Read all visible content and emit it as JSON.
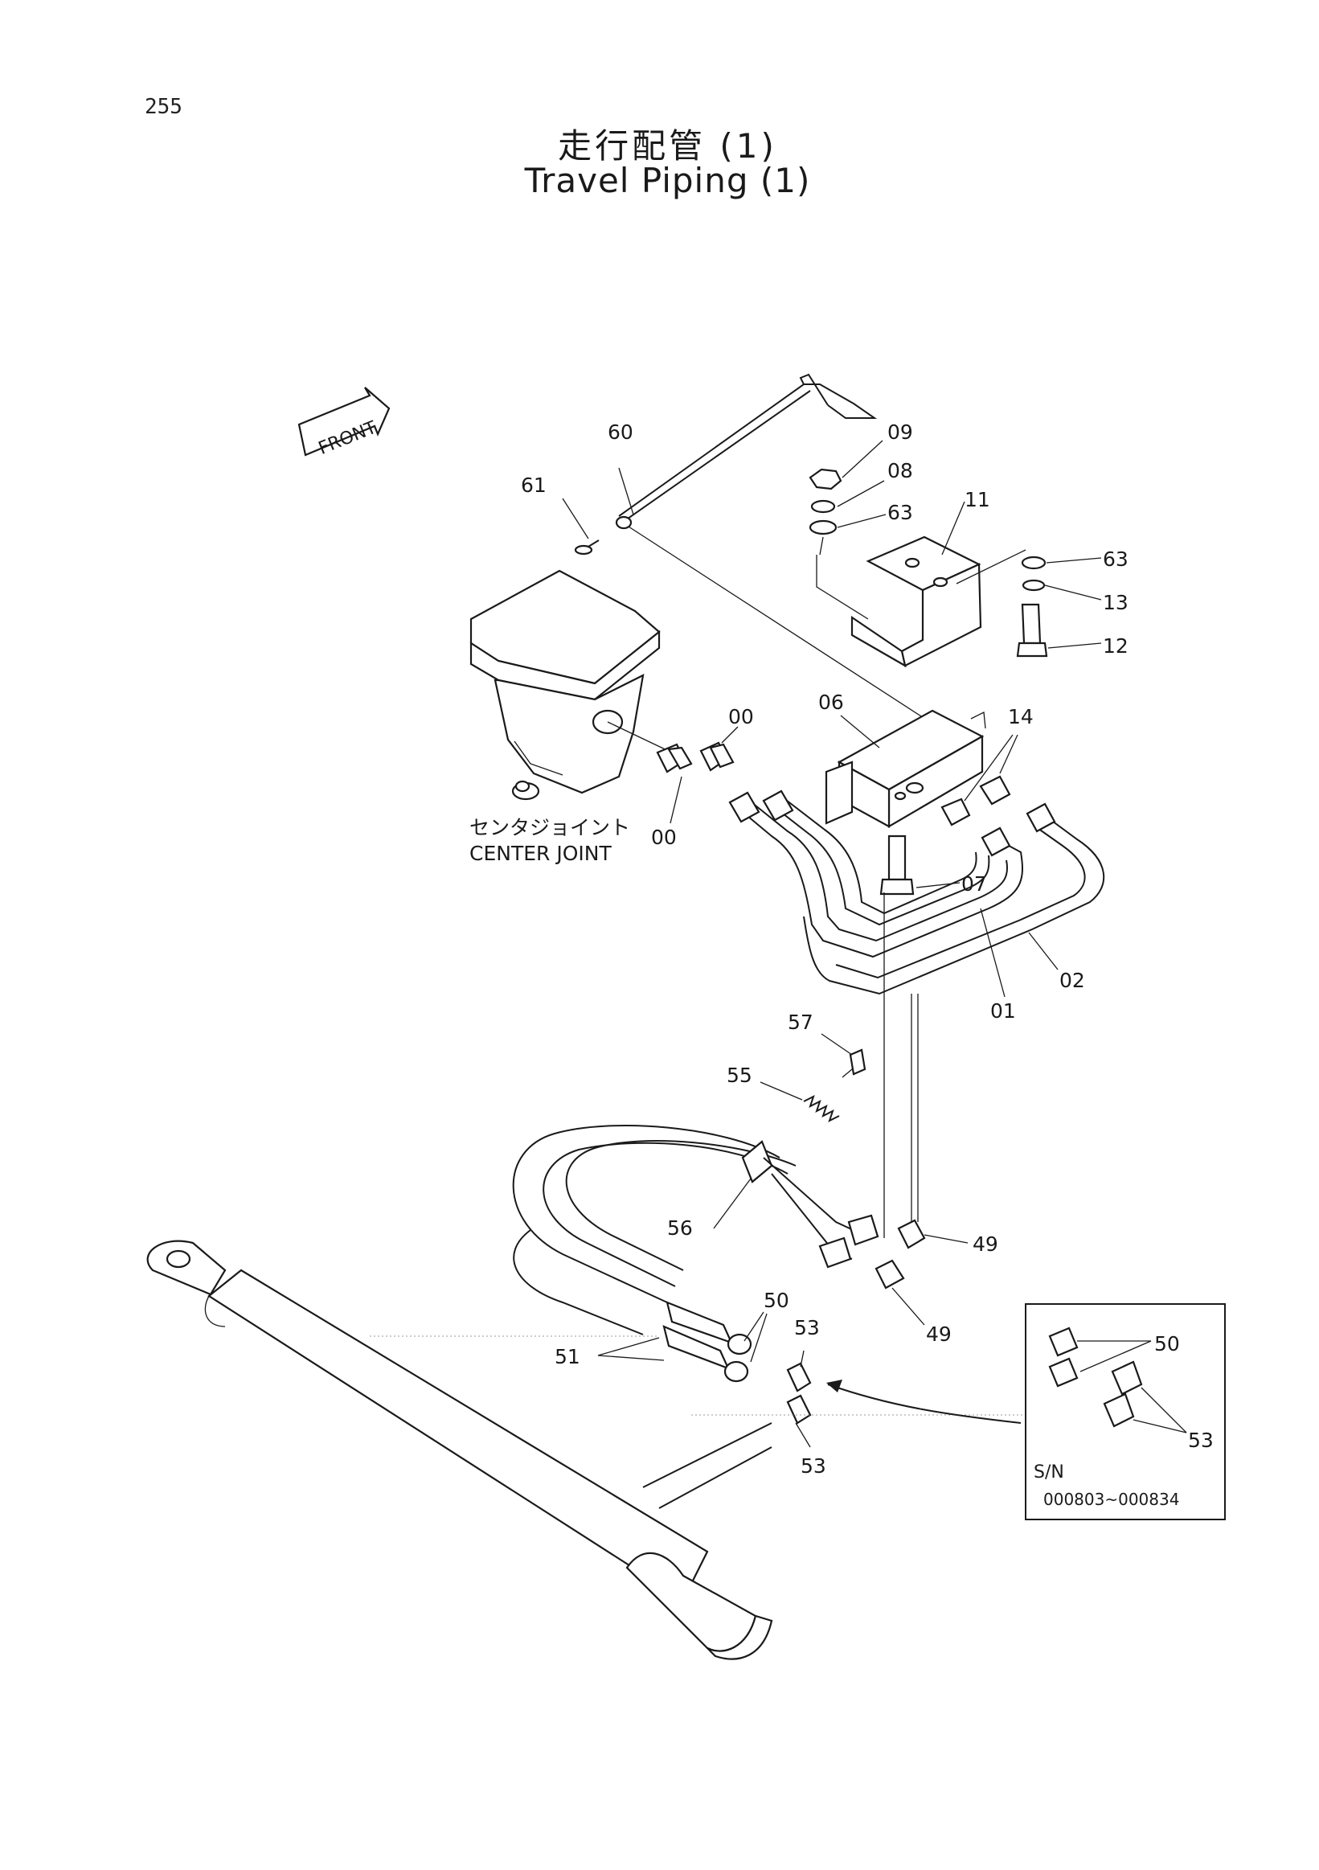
{
  "page_number": "255",
  "title_jp": "走行配管 (1)",
  "title_en": "Travel Piping (1)",
  "front_tag": "FRONT",
  "component_label_jp": "センタジョイント",
  "component_label_en": "CENTER JOINT",
  "callouts": {
    "c60": "60",
    "c61": "61",
    "c09": "09",
    "c08": "08",
    "c63a": "63",
    "c11": "11",
    "c63b": "63",
    "c13": "13",
    "c12": "12",
    "c06": "06",
    "c14": "14",
    "c00a": "00",
    "c00b": "00",
    "c07": "07",
    "c02": "02",
    "c01": "01",
    "c57": "57",
    "c55": "55",
    "c56": "56",
    "c49a": "49",
    "c49b": "49",
    "c50": "50",
    "c51": "51",
    "c53a": "53",
    "c53b": "53"
  },
  "inset": {
    "label_50": "50",
    "label_53": "53",
    "sn_label": "S/N",
    "sn_range": "000803~000834"
  }
}
